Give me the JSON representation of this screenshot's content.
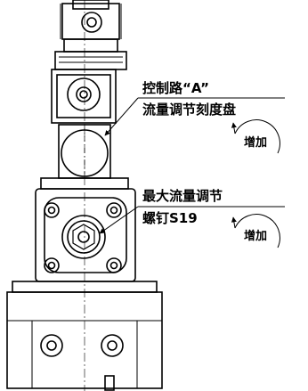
{
  "diagram": {
    "stroke_color": "#000000",
    "background_color": "#ffffff",
    "callouts": {
      "control_port": {
        "line1": "控制路“A”",
        "line2": "流量调节刻度盘",
        "direction": "增加",
        "direction_icon": "rotate-clockwise-arrow"
      },
      "max_flow": {
        "line1": "最大流量调节",
        "line2": "螺钉S19",
        "direction": "增加",
        "direction_icon": "rotate-clockwise-arrow"
      }
    }
  }
}
